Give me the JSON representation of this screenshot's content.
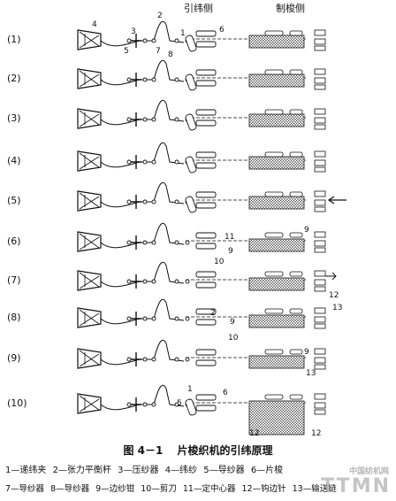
{
  "header": {
    "left_label": "引纬侧",
    "right_label": "制梭侧"
  },
  "rows": [
    {
      "label": "(1)"
    },
    {
      "label": "(2)"
    },
    {
      "label": "(3)"
    },
    {
      "label": "(4)"
    },
    {
      "label": "(5)"
    },
    {
      "label": "(6)"
    },
    {
      "label": "(7)"
    },
    {
      "label": "(8)"
    },
    {
      "label": "(9)"
    },
    {
      "label": "(10)"
    }
  ],
  "callouts": {
    "r1": [
      "4",
      "3",
      "2",
      "1",
      "6",
      "5",
      "7",
      "8"
    ],
    "r6": [
      "11",
      "9",
      "9",
      "10"
    ],
    "r7": [
      "12"
    ],
    "r8": [
      "13",
      "2",
      "9",
      "10"
    ],
    "r9": [
      "9",
      "13"
    ],
    "r10": [
      "1",
      "6",
      "5",
      "12",
      "12"
    ]
  },
  "caption": {
    "fig_no": "图 4－1",
    "title": "片梭织机的引纬原理"
  },
  "legend": {
    "line1": [
      "1—递纬夹",
      "2—张力平衡杆",
      "3—压纱器",
      "4—纬纱",
      "5—导纱器",
      "6—片梭"
    ],
    "line2": [
      "7—导纱器",
      "8—导纱器",
      "9—边纱钳",
      "10—剪刀",
      "11—定中心器",
      "12—钩边针",
      "13—输送链"
    ]
  },
  "watermark": {
    "text": "TTMN",
    "sub": "中国纺机网"
  }
}
